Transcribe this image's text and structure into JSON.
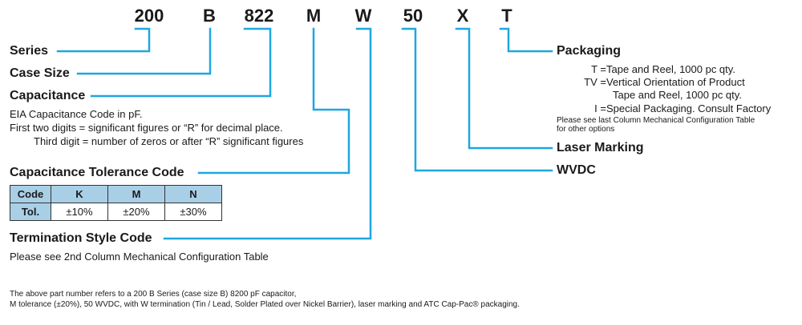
{
  "part_number": {
    "series": "200",
    "case_size": "B",
    "capacitance": "822",
    "tolerance": "M",
    "termination": "W",
    "wvdc": "50",
    "laser_marking": "X",
    "packaging": "T"
  },
  "labels": {
    "series": "Series",
    "case_size": "Case Size",
    "capacitance": "Capacitance",
    "tolerance": "Capacitance Tolerance Code",
    "termination": "Termination Style Code",
    "packaging": "Packaging",
    "laser_marking": "Laser Marking",
    "wvdc": "WVDC"
  },
  "capacitance_desc": {
    "line1": "EIA Capacitance Code in pF.",
    "line2_key": "First two digits = ",
    "line2_val": "significant figures or “R” for decimal place.",
    "line3_key": "Third digit = ",
    "line3_val": "number of zeros or after “R” significant figures"
  },
  "tolerance_table": {
    "header": [
      "Code",
      "K",
      "M",
      "N"
    ],
    "row": [
      "Tol.",
      "±10%",
      "±20%",
      "±30%"
    ]
  },
  "termination_desc": "Please see 2nd Column Mechanical Configuration Table",
  "packaging_desc": {
    "t_key": "T = ",
    "t_val": "Tape and Reel, 1000 pc qty.",
    "tv_key": "TV = ",
    "tv_val": "Vertical Orientation of Product",
    "tv_val2": "Tape and Reel, 1000 pc qty.",
    "i_key": "I = ",
    "i_val": "Special Packaging. Consult Factory",
    "note1": "Please see last Column Mechanical Configuration Table",
    "note2": "for other options"
  },
  "footnote": {
    "line1": "The above part number refers to a 200 B Series (case size B) 8200 pF capacitor,",
    "line2": "M tolerance (±20%), 50 WVDC, with W termination (Tin / Lead, Solder Plated over Nickel Barrier), laser marking and ATC Cap-Pac® packaging."
  },
  "colors": {
    "connector": "#1ea7e0"
  }
}
